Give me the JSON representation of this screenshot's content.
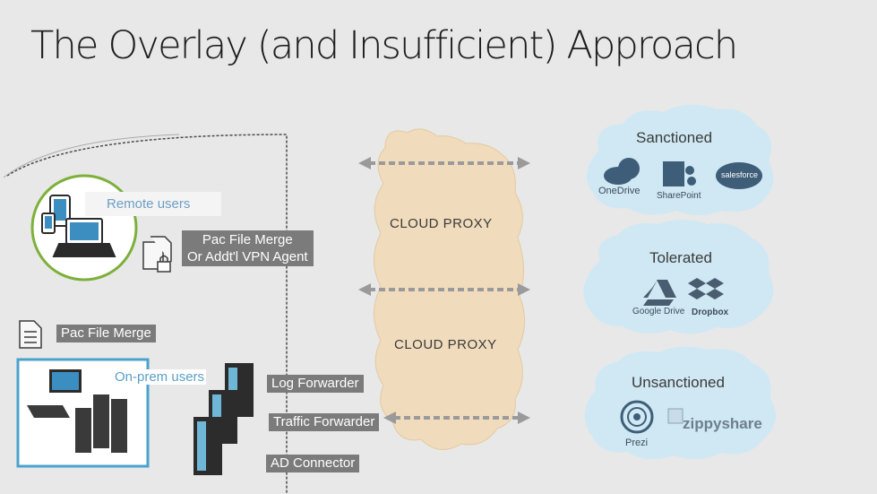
{
  "title": "The Overlay (and Insufficient) Approach",
  "remote": {
    "label": "Remote users"
  },
  "onprem": {
    "label": "On-prem users"
  },
  "pac_vpn": {
    "line1": "Pac File Merge",
    "line2": "Or Addt'l VPN Agent"
  },
  "pac_merge": {
    "label": "Pac File Merge"
  },
  "proxy": {
    "label_top": "CLOUD PROXY",
    "label_bottom": "CLOUD PROXY"
  },
  "servers": {
    "log_forwarder": "Log Forwarder",
    "traffic_forwarder": "Traffic Forwarder",
    "ad_connector": "AD Connector"
  },
  "zones": {
    "sanctioned": {
      "title": "Sanctioned",
      "apps": [
        "OneDrive",
        "SharePoint",
        "salesforce"
      ]
    },
    "tolerated": {
      "title": "Tolerated",
      "apps": [
        "Google Drive",
        "Dropbox"
      ]
    },
    "unsanctioned": {
      "title": "Unsanctioned",
      "apps": [
        "Prezi",
        "zippyshare"
      ]
    }
  },
  "colors": {
    "remote_ring": "#7db03a",
    "onprem_box": "#4aa3cc",
    "proxy_cloud": "#f0dcbc",
    "app_cloud": "#cfe8f3",
    "arrow": "#999999"
  }
}
